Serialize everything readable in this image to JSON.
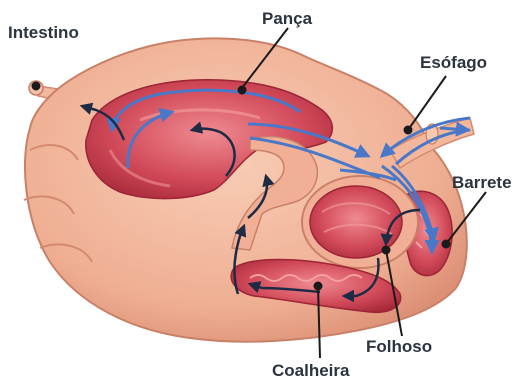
{
  "labels": {
    "intestino": "Intestino",
    "panca": "Pança",
    "esofago": "Esófago",
    "barrete": "Barrete",
    "folhoso": "Folhoso",
    "coalheira": "Coalheira"
  },
  "colors": {
    "tissue": "#f2b79c",
    "tissue_dark": "#d98c72",
    "lumen": "#c9384a",
    "lumen_light": "#e8707a",
    "flow_blue": "#4a78c8",
    "flow_dark": "#1e2b44",
    "text": "#2c3440",
    "pointer": "#1a1a1a"
  }
}
